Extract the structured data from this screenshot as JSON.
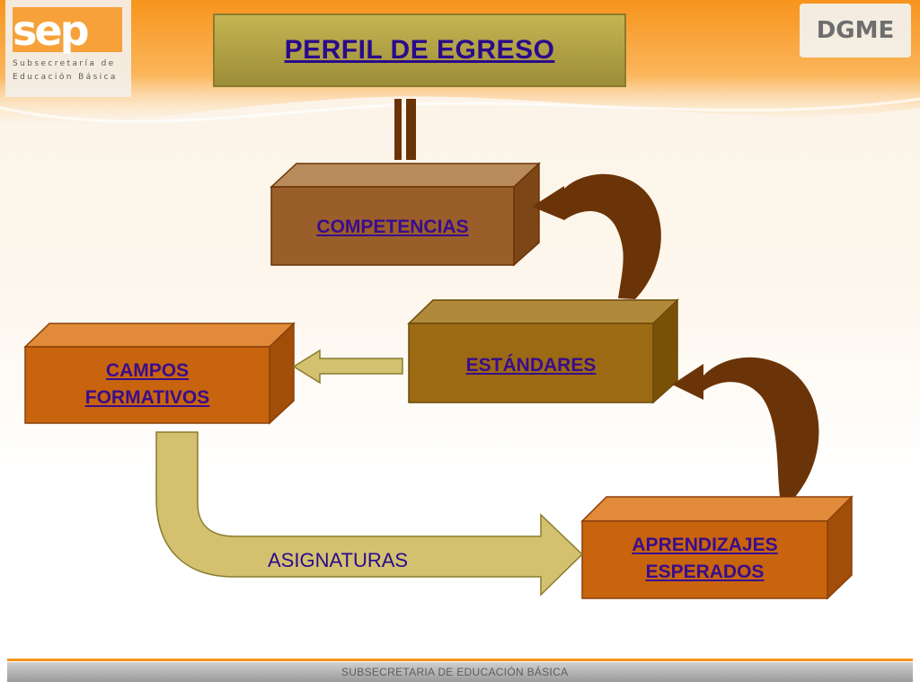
{
  "header": {
    "logo_left_mark": "sep",
    "logo_left_line1": "Subsecretaría de",
    "logo_left_line2": "Educación Básica",
    "logo_right": "DGME"
  },
  "diagram": {
    "title": "PERFIL DE EGRESO",
    "nodes": {
      "competencias": "COMPETENCIAS",
      "estandares": "ESTÁNDARES",
      "campos_line1": "CAMPOS",
      "campos_line2": "FORMATIVOS",
      "aprendizajes_line1": "APRENDIZAJES",
      "aprendizajes_line2": "ESPERADOS"
    },
    "connector_label": "ASIGNATURAS"
  },
  "footer": {
    "text": "SUBSECRETARIA DE EDUCACIÓN BÁSICA"
  },
  "colors": {
    "title_box": "#a89a3e",
    "box_brown": "#9a5e2a",
    "box_olive": "#9c6a12",
    "box_orange": "#c8640e",
    "curved_arrow": "#6b3408",
    "tan_arrow": "#d3c170",
    "text_label": "#3a0d8c"
  }
}
